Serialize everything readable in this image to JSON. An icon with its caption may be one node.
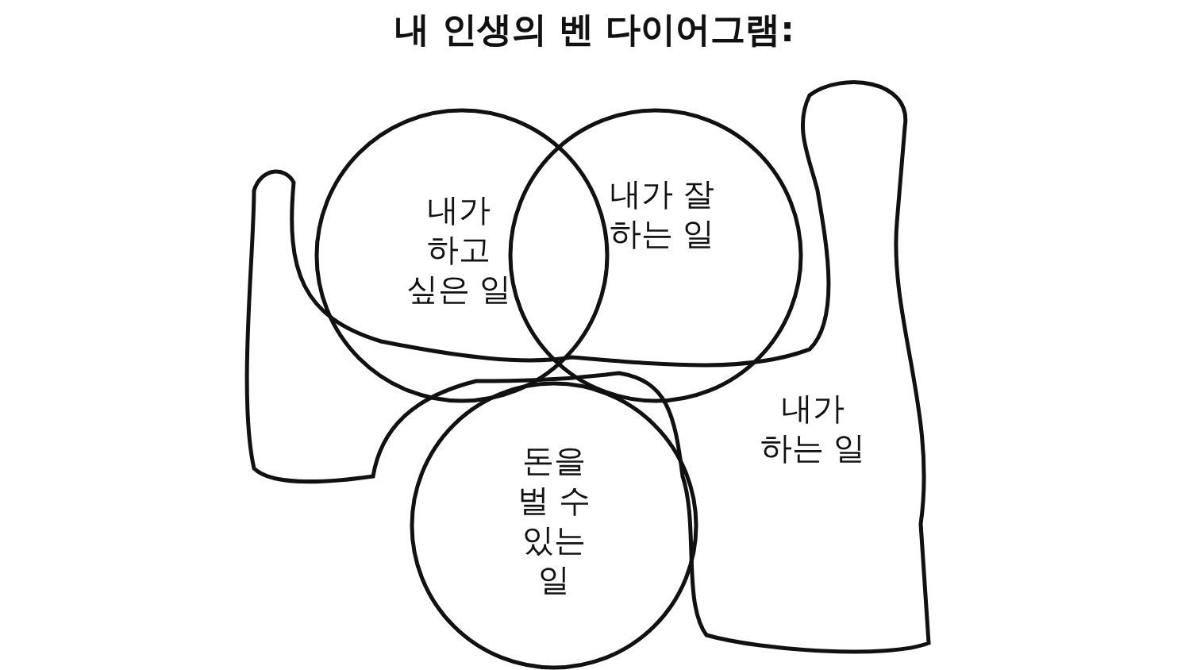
{
  "diagram": {
    "title": "내 인생의 벤 다이어그램:",
    "nodes": [
      {
        "text": [
          "내가 하고 싶은 일"
        ]
      },
      {
        "text": [
          "내가 잘 하는 일"
        ]
      },
      {
        "text": [
          "내가 하는 일"
        ]
      },
      {
        "text": [
          "돈을 벌 수 있는 일"
        ]
      }
    ]
  }
}
